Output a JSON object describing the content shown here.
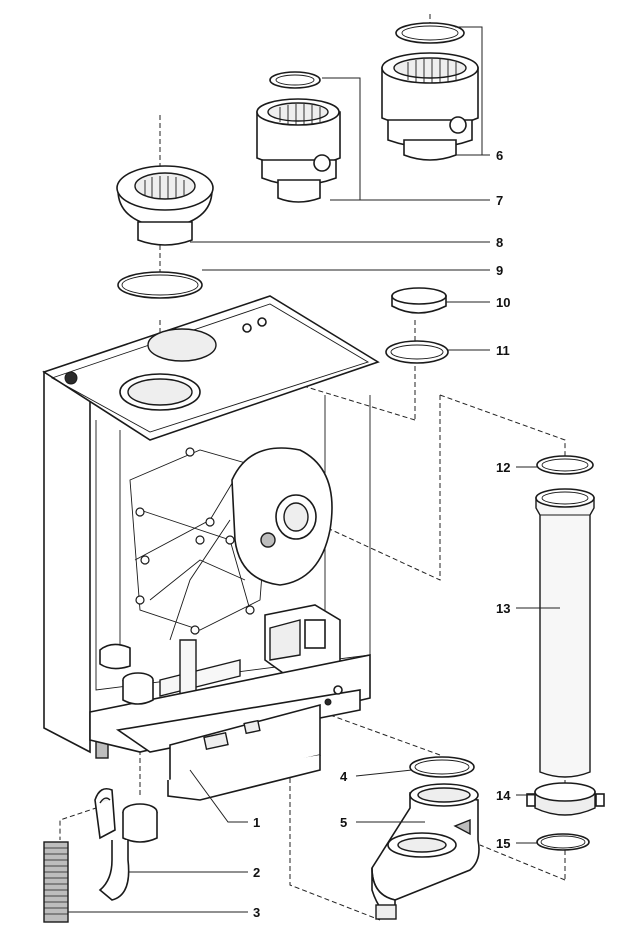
{
  "labels": [
    {
      "id": "1",
      "text": "1"
    },
    {
      "id": "2",
      "text": "2"
    },
    {
      "id": "3",
      "text": "3"
    },
    {
      "id": "4",
      "text": "4"
    },
    {
      "id": "5",
      "text": "5"
    },
    {
      "id": "6",
      "text": "6"
    },
    {
      "id": "7",
      "text": "7"
    },
    {
      "id": "8",
      "text": "8"
    },
    {
      "id": "9",
      "text": "9"
    },
    {
      "id": "10",
      "text": "10"
    },
    {
      "id": "11",
      "text": "11"
    },
    {
      "id": "12",
      "text": "12"
    },
    {
      "id": "13",
      "text": "13"
    },
    {
      "id": "14",
      "text": "14"
    },
    {
      "id": "15",
      "text": "15"
    }
  ],
  "colors": {
    "line": "#1a1a1a",
    "background": "#ffffff",
    "shade": "#bdbdbd"
  }
}
